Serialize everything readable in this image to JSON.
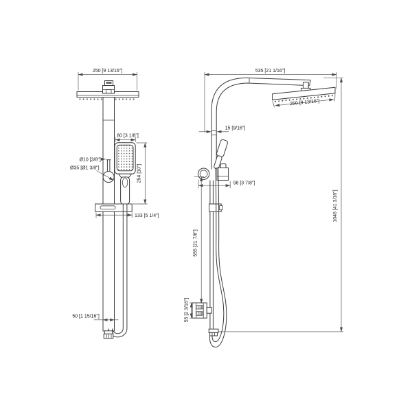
{
  "drawing": {
    "front_view": {
      "head_width": "250 [9 13/16\"]",
      "handset_width": "80 [3 1/8\"]",
      "stem_diameter": "Ø10 [3/8\"]",
      "knob_diameter": "Ø35 [Ø1 3/8\"]",
      "handset_drop": "254 [10\"]",
      "shelf_width": "133 [5 1/4\"]",
      "rail_width": "50 [1 15/16\"]"
    },
    "side_view": {
      "reach": "535 [21 1/16\"]",
      "head_depth": "250 [9 13/16\"]",
      "pipe_diameter": "15 [9/16\"]",
      "wall_clearance": "98 [3 7/8\"]",
      "bracket_to_valve": "555 [21 7/8\"]",
      "valve_height": "55 [2 3/16\"]",
      "overall_height": "1046 [41 3/16\"]"
    },
    "colors": {
      "line": "#3c3c3c",
      "dimension": "#4a4a4a",
      "text": "#1c1c1c",
      "background": "#ffffff"
    }
  }
}
